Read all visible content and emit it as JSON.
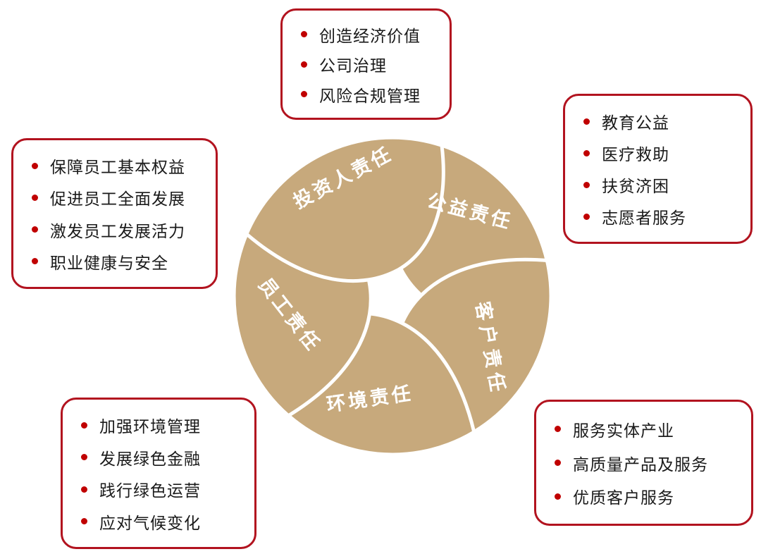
{
  "colors": {
    "wheel_fill": "#C7A97C",
    "box_border": "#B2131F",
    "bullet": "#C00000",
    "item_text": "#1A1A1A",
    "petal_text": "#FFFFFF"
  },
  "wheel": {
    "petals": [
      "投资人责任",
      "公益责任",
      "客户责任",
      "环境责任",
      "员工责任"
    ]
  },
  "boxes": [
    {
      "name": "investor",
      "items": [
        "创造经济价值",
        "公司治理",
        "风险合规管理"
      ]
    },
    {
      "name": "welfare",
      "items": [
        "教育公益",
        "医疗救助",
        "扶贫济困",
        "志愿者服务"
      ]
    },
    {
      "name": "employee",
      "items": [
        "保障员工基本权益",
        "促进员工全面发展",
        "激发员工发展活力",
        "职业健康与安全"
      ]
    },
    {
      "name": "environment",
      "items": [
        "加强环境管理",
        "发展绿色金融",
        "践行绿色运营",
        "应对气候变化"
      ]
    },
    {
      "name": "customer",
      "items": [
        "服务实体产业",
        "高质量产品及服务",
        "优质客户服务"
      ]
    }
  ]
}
